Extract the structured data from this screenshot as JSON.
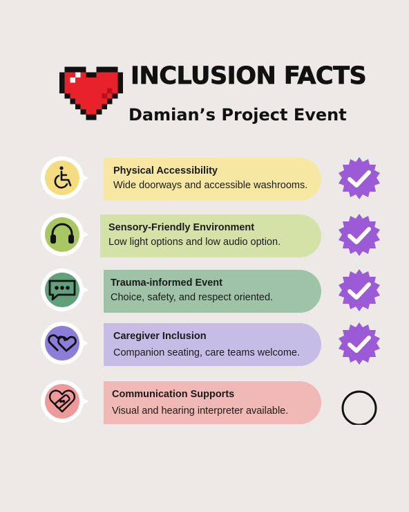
{
  "header": {
    "title": "INCLUSION FACTS",
    "subtitle": "Damian’s Project Event"
  },
  "items": [
    {
      "title": "Physical Accessibility",
      "desc": "Wide doorways and accessible washrooms.",
      "icon": "wheelchair-icon",
      "color": "#f6e7a3",
      "bubble": "#f5dc80",
      "checked": true
    },
    {
      "title": "Sensory-Friendly Environment",
      "desc": "Low light options and low audio option.",
      "icon": "headphones-icon",
      "color": "#d4e2a7",
      "bubble": "#a9c665",
      "checked": true
    },
    {
      "title": "Trauma-informed Event",
      "desc": "Choice, safety, and respect oriented.",
      "icon": "chat-bubble-icon",
      "color": "#9ec3a7",
      "bubble": "#62a07c",
      "checked": true
    },
    {
      "title": "Caregiver Inclusion",
      "desc": "Companion seating, care teams welcome.",
      "icon": "two-hearts-icon",
      "color": "#c5bde6",
      "bubble": "#8c7ed8",
      "checked": true
    },
    {
      "title": "Communication Supports",
      "desc": "Visual and hearing interpreter available.",
      "icon": "bandaged-heart-icon",
      "color": "#f1b9b6",
      "bubble": "#ef9a9a",
      "checked": false
    }
  ],
  "colors": {
    "check_badge": "#9b5ad6",
    "background": "#ece9e7"
  }
}
